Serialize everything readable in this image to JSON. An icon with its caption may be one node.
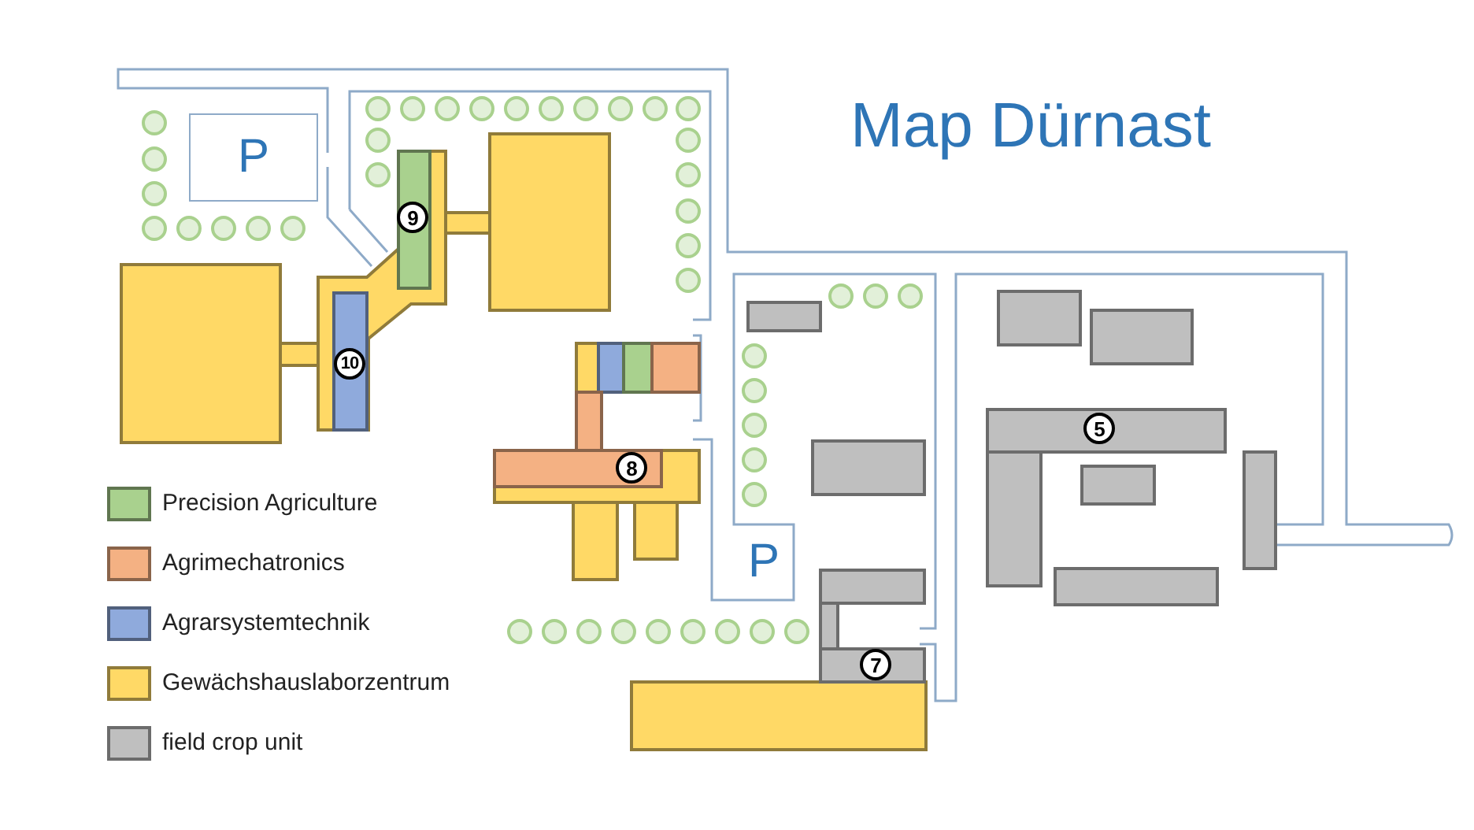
{
  "diagram": {
    "title": "Map Dürnast",
    "nodes": [
      {
        "text": [
          "P"
        ]
      },
      {
        "text": [
          "9"
        ]
      },
      {
        "text": [
          "10"
        ]
      },
      {
        "text": [
          "5"
        ]
      },
      {
        "text": [
          "8"
        ]
      },
      {
        "text": [
          "P"
        ]
      },
      {
        "text": [
          "7"
        ]
      }
    ],
    "legend": [
      {
        "text": "Precision Agriculture",
        "color": "#a9d18e"
      },
      {
        "text": "Agrimechatronics",
        "color": "#f4b183"
      },
      {
        "text": "Agrarsystemtechnik",
        "color": "#8faadc"
      },
      {
        "text": "Gewächshauslaborzentrum",
        "color": "#ffd966"
      },
      {
        "text": "field crop unit",
        "color": "#bfbfbf"
      }
    ]
  }
}
